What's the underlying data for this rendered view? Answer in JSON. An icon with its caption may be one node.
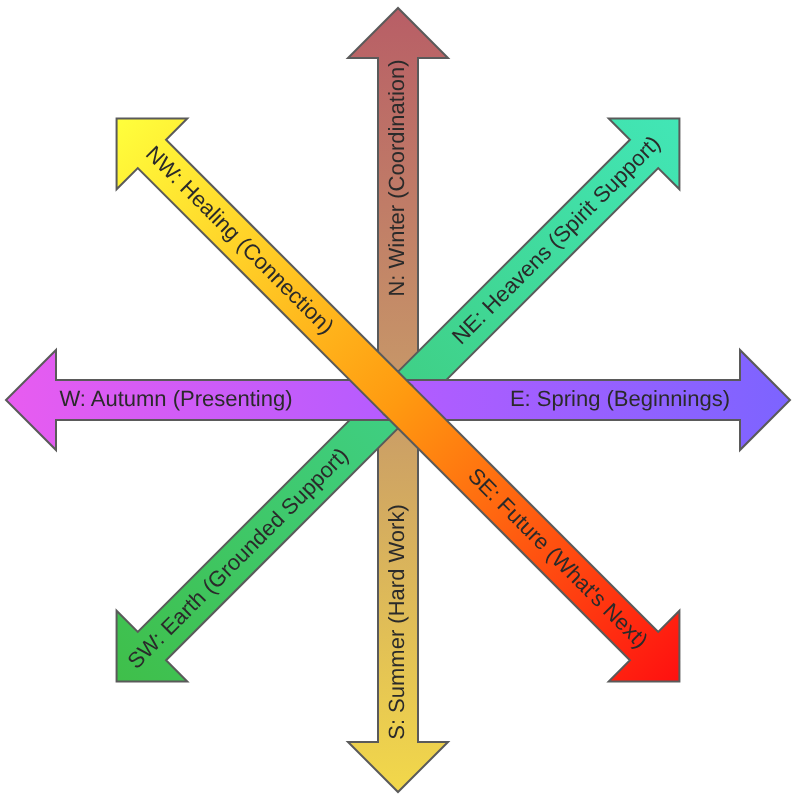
{
  "diagram": {
    "nodes": [
      {
        "text": [
          "N: Winter (Coordination)"
        ]
      },
      {
        "text": [
          "NW: Healing (Connection)"
        ]
      },
      {
        "text": [
          "NE: Heavens (Spirit Support)"
        ]
      },
      {
        "text": [
          "W: Autumn (Presenting)"
        ]
      },
      {
        "text": [
          "E: Spring (Beginnings)"
        ]
      },
      {
        "text": [
          "SW: Earth (Grounded Support)"
        ]
      },
      {
        "text": [
          "SE: Future (What's Next)"
        ]
      },
      {
        "text": [
          "S: Summer (Hard Work)"
        ]
      }
    ]
  }
}
